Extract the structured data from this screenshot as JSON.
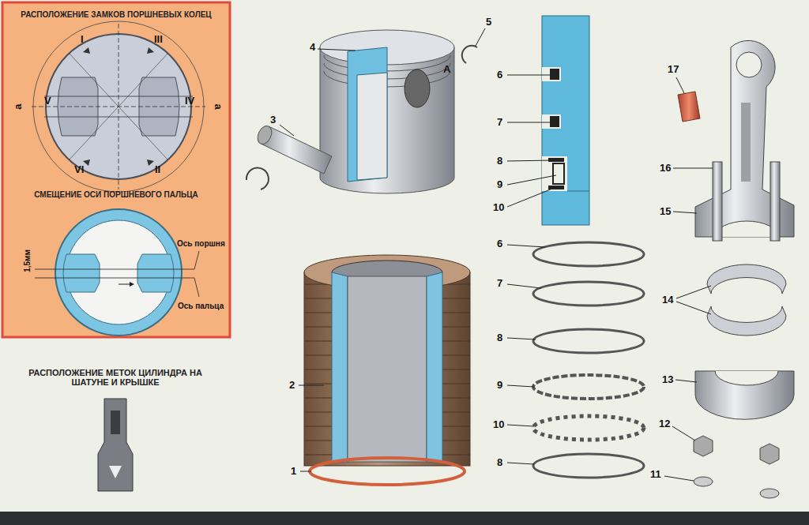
{
  "diagram": {
    "nodes": [
      {
        "text": [
          "РАСПОЛОЖЕНИЕ ЗАМКОВ ПОРШНЕВЫХ КОЛЕЦ",
          "СМЕЩЕНИЕ ОСИ ПОРШНЕВОГО ПАЛЬЦА"
        ]
      }
    ],
    "labels": [
      "I",
      "III",
      "a",
      "V",
      "IV",
      "a",
      "VI",
      "II",
      "1,5мм",
      "Ось поршня",
      "Ось пальца",
      "РАСПОЛОЖЕНИЕ МЕТОК ЦИЛИНДРА НА ШАТУНЕ И КРЫШКЕ",
      "4",
      "А",
      "5",
      "3",
      "2",
      "1",
      "6",
      "7",
      "8",
      "9",
      "10",
      "6",
      "7",
      "8",
      "9",
      "10",
      "8",
      "17",
      "16",
      "15",
      "14",
      "13",
      "12",
      "11"
    ]
  }
}
